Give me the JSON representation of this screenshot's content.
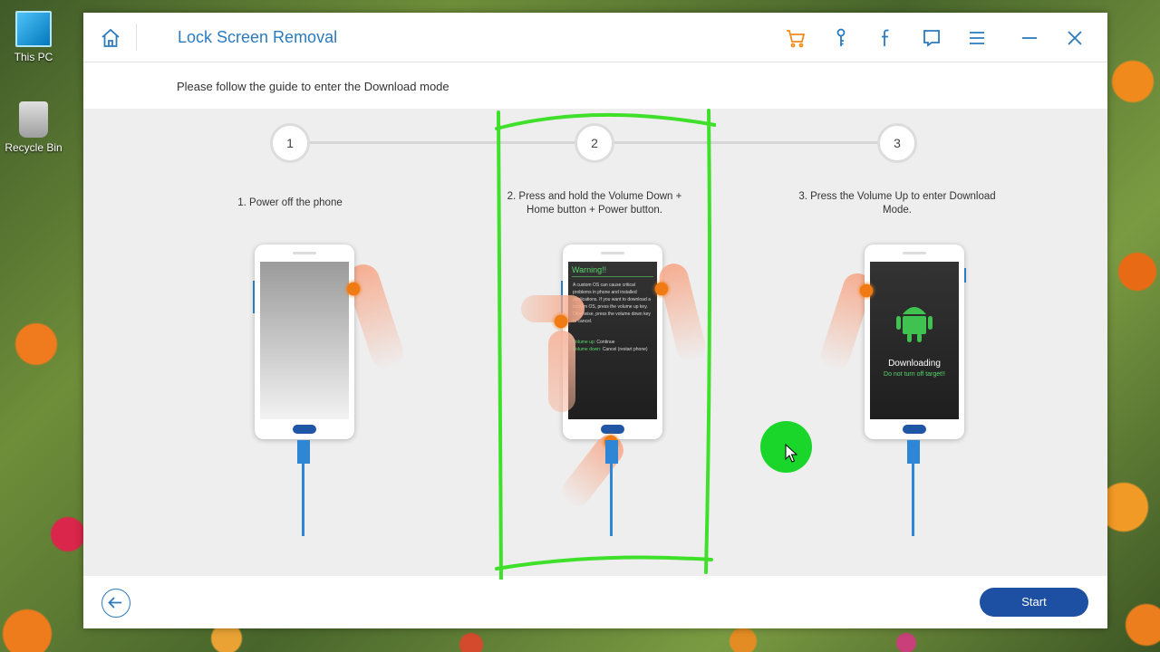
{
  "desktop": {
    "icons": [
      {
        "label": "This PC",
        "icon": "computer-icon"
      },
      {
        "label": "Recycle Bin",
        "icon": "recycle-bin-icon"
      }
    ]
  },
  "window": {
    "title": "Lock Screen Removal",
    "toolbar_icons": [
      "home-icon",
      "cart-icon",
      "key-icon",
      "facebook-icon",
      "feedback-icon",
      "menu-icon",
      "minimize-icon",
      "close-icon"
    ],
    "accent_color": "#2b7bbf",
    "cart_color": "#f08a1d"
  },
  "guide": {
    "text": "Please follow the guide to enter the Download mode"
  },
  "steps": [
    {
      "number": "1",
      "text": "1. Power off the phone"
    },
    {
      "number": "2",
      "text": "2. Press and hold the Volume Down + Home button + Power button."
    },
    {
      "number": "3",
      "text": "3. Press the Volume Up to enter Download Mode."
    }
  ],
  "warning_screen": {
    "title": "Warning!!",
    "body": "A custom OS can cause critical problems in phone and installed applications. If you want to download a custom OS, press the volume up key. Otherwise, press the volume down key to cancel.",
    "option_up_key": "Volume up:",
    "option_up_val": "Continue",
    "option_down_key": "Volume down:",
    "option_down_val": "Cancel (restart phone)"
  },
  "download_screen": {
    "label": "Downloading",
    "sub": "Do not turn off target!!"
  },
  "footer": {
    "start_label": "Start"
  }
}
